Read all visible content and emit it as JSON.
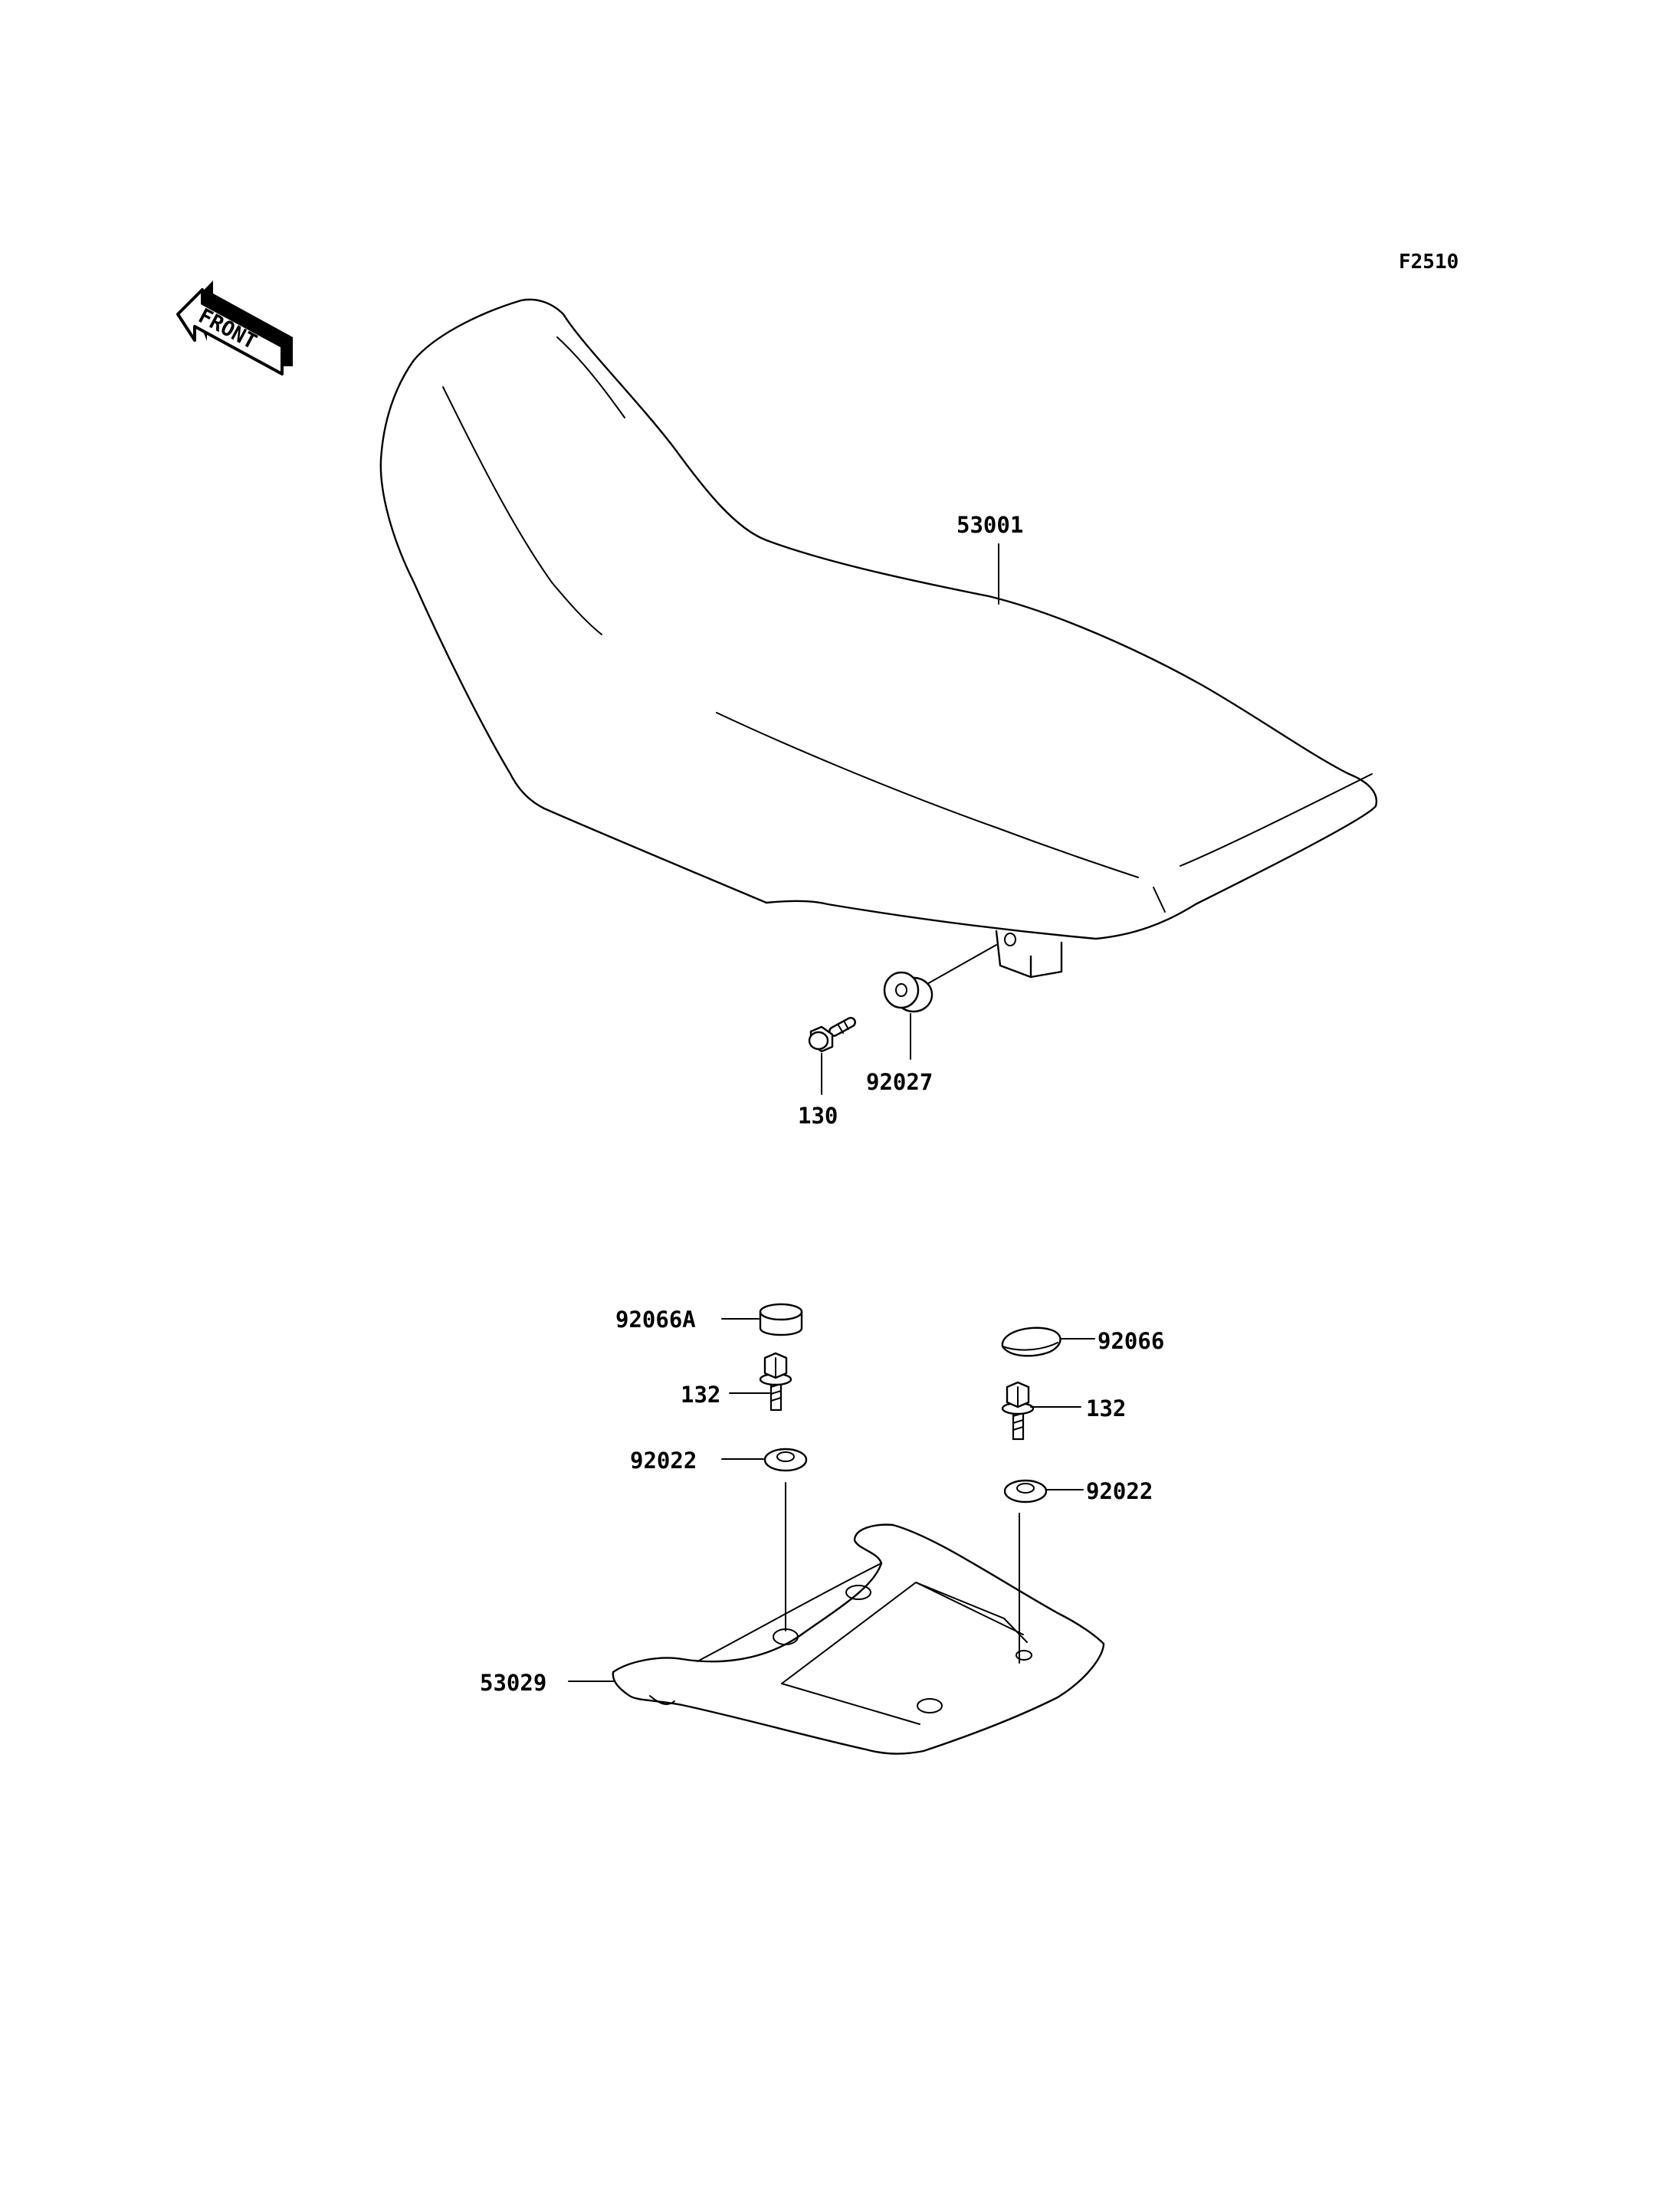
{
  "figure_code": "F2510",
  "front_label": "FRONT",
  "parts": {
    "seat": "53001",
    "seat_damper": "92027",
    "bolt_130": "130",
    "cap_a": "92066A",
    "bolt_132_left": "132",
    "damper_left": "92022",
    "cap": "92066",
    "bolt_132_right": "132",
    "damper_right": "92022",
    "carrier": "53029"
  }
}
